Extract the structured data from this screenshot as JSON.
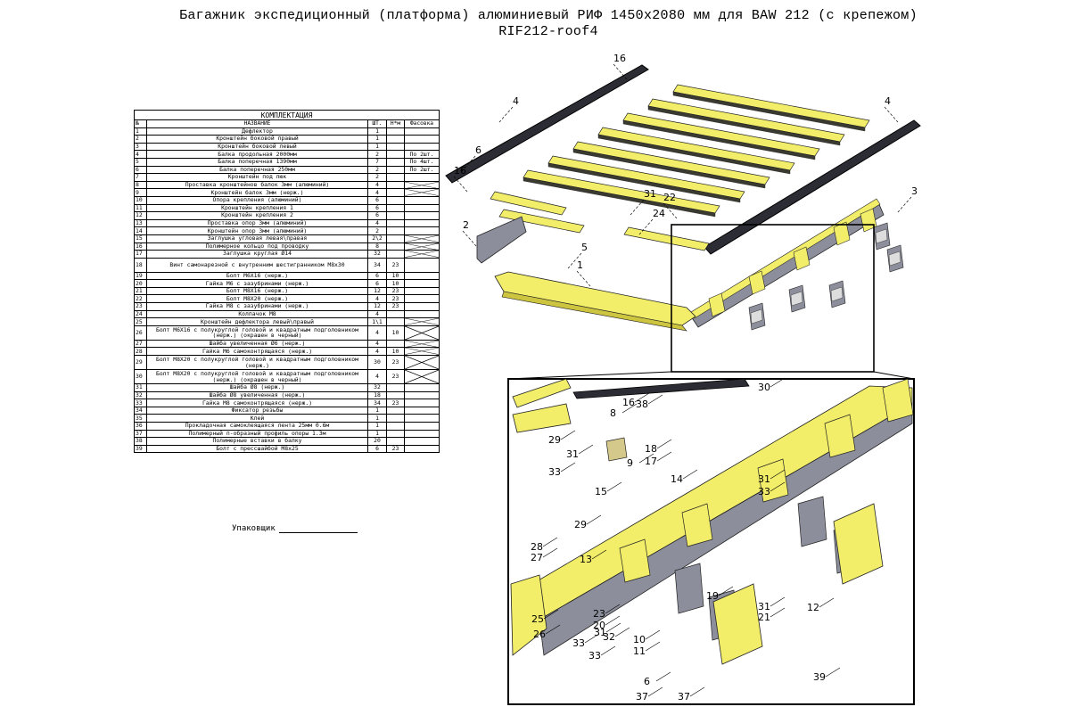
{
  "title": {
    "line1": "Багажник экспедиционный (платформа) алюминиевый РИФ 1450х2080 мм для BAW 212 (с крепежом)",
    "line2": "RIF212-roof4"
  },
  "table": {
    "caption": "КОМПЛЕКТАЦИЯ",
    "headers": {
      "num": "№",
      "name": "НАЗВАНИЕ",
      "qty": "ШТ.",
      "nm": "Н*м",
      "pack": "Фасовка"
    },
    "rows": [
      {
        "num": "1",
        "name": "Дефлектор",
        "qty": "1",
        "nm": "",
        "pack": ""
      },
      {
        "num": "2",
        "name": "Кронштейн боковой правый",
        "qty": "1",
        "nm": "",
        "pack": ""
      },
      {
        "num": "3",
        "name": "Кронштейн боковой левый",
        "qty": "1",
        "nm": "",
        "pack": ""
      },
      {
        "num": "4",
        "name": "Балка продольная 2000мм",
        "qty": "2",
        "nm": "",
        "pack": "По 2шт."
      },
      {
        "num": "5",
        "name": "Балка поперечная 1390мм",
        "qty": "7",
        "nm": "",
        "pack": "По 4шт."
      },
      {
        "num": "6",
        "name": "Балка поперечная 250мм",
        "qty": "2",
        "nm": "",
        "pack": "По 2шт."
      },
      {
        "num": "7",
        "name": "Кронштейн под люк",
        "qty": "2",
        "nm": "",
        "pack": ""
      },
      {
        "num": "8",
        "name": "Проставка кронштейнов балок 3мм (алюминий)",
        "qty": "4",
        "nm": "",
        "pack": "X"
      },
      {
        "num": "9",
        "name": "Кронштейн балок 3мм (нерж.)",
        "qty": "4",
        "nm": "",
        "pack": "X"
      },
      {
        "num": "10",
        "name": "Опора крепления (алюминий)",
        "qty": "6",
        "nm": "",
        "pack": ""
      },
      {
        "num": "11",
        "name": "Кронштейн крепления 1",
        "qty": "6",
        "nm": "",
        "pack": ""
      },
      {
        "num": "12",
        "name": "Кронштейн крепления 2",
        "qty": "6",
        "nm": "",
        "pack": ""
      },
      {
        "num": "13",
        "name": "Проставка опор 3мм (алюминий)",
        "qty": "4",
        "nm": "",
        "pack": ""
      },
      {
        "num": "14",
        "name": "Кронштейн опор 3мм (алюминий)",
        "qty": "2",
        "nm": "",
        "pack": ""
      },
      {
        "num": "15",
        "name": "Заглушка угловая левая\\правая",
        "qty": "2\\2",
        "nm": "",
        "pack": "X"
      },
      {
        "num": "16",
        "name": "Полимерное кольцо под проводку",
        "qty": "8",
        "nm": "",
        "pack": "X"
      },
      {
        "num": "17",
        "name": "Заглушка круглая Ø14",
        "qty": "32",
        "nm": "",
        "pack": "X"
      },
      {
        "num": "18",
        "name": "Винт самонарезной с внутренним шестигранником М8х30",
        "qty": "34",
        "nm": "23",
        "pack": "",
        "tall": true
      },
      {
        "num": "19",
        "name": "Болт М6Х16  (нерж.)",
        "qty": "6",
        "nm": "10",
        "pack": ""
      },
      {
        "num": "20",
        "name": "Гайка М6 с зазубринами (нерж.)",
        "qty": "6",
        "nm": "10",
        "pack": ""
      },
      {
        "num": "21",
        "name": "Болт М8Х16  (нерж.)",
        "qty": "12",
        "nm": "23",
        "pack": ""
      },
      {
        "num": "22",
        "name": "Болт М8Х20  (нерж.)",
        "qty": "4",
        "nm": "23",
        "pack": ""
      },
      {
        "num": "23",
        "name": "Гайка М8 с зазубринами (нерж.)",
        "qty": "12",
        "nm": "23",
        "pack": ""
      },
      {
        "num": "24",
        "name": "Колпачок М8",
        "qty": "4",
        "nm": "",
        "pack": ""
      },
      {
        "num": "25",
        "name": "Кронштейн дефлектора левый\\правый",
        "qty": "1\\1",
        "nm": "",
        "pack": "X"
      },
      {
        "num": "26",
        "name": "Болт М6Х16 с полукруглой головой и квадратным подголовником (нерж.)  (окрашен в черный)",
        "qty": "4",
        "nm": "10",
        "pack": "X",
        "tall": true
      },
      {
        "num": "27",
        "name": "Шайба увеличенная Ø6 (нерж.)",
        "qty": "4",
        "nm": "",
        "pack": "X"
      },
      {
        "num": "28",
        "name": "Гайка М6 самоконтрящаяся (нерж.)",
        "qty": "4",
        "nm": "10",
        "pack": "X"
      },
      {
        "num": "29",
        "name": "Болт М8Х20 с полукруглой головой и квадратным подголовником (нерж.)",
        "qty": "30",
        "nm": "23",
        "pack": "X",
        "tall": true
      },
      {
        "num": "30",
        "name": "Болт М8Х20 с полукруглой головой и квадратным подголовником (нерж.) (окрашен в черный)",
        "qty": "4",
        "nm": "23",
        "pack": "X",
        "tall": true
      },
      {
        "num": "31",
        "name": "Шайба Ø8 (нерж.)",
        "qty": "32",
        "nm": "",
        "pack": ""
      },
      {
        "num": "32",
        "name": "Шайба Ø8 увеличенная (нерж.)",
        "qty": "18",
        "nm": "",
        "pack": ""
      },
      {
        "num": "33",
        "name": "Гайка М8 самоконтрящаяся (нерж.)",
        "qty": "34",
        "nm": "23",
        "pack": ""
      },
      {
        "num": "34",
        "name": "Фиксатор резьбы",
        "qty": "1",
        "nm": "",
        "pack": ""
      },
      {
        "num": "35",
        "name": "Клей",
        "qty": "1",
        "nm": "",
        "pack": ""
      },
      {
        "num": "36",
        "name": "Прокладочная самоклеящаяся лента 25мм 0.6м",
        "qty": "1",
        "nm": "",
        "pack": ""
      },
      {
        "num": "37",
        "name": "Полимерный п-образный профиль опоры 1.3м",
        "qty": "1",
        "nm": "",
        "pack": ""
      },
      {
        "num": "38",
        "name": "Полимерные вставки в балку",
        "qty": "20",
        "nm": "",
        "pack": ""
      },
      {
        "num": "39",
        "name": "Болт с прессшайбой М8х25",
        "qty": "6",
        "nm": "23",
        "pack": ""
      }
    ]
  },
  "packer_label": "Упаковщик",
  "colors": {
    "yellow": "#f2ee6a",
    "yellow_dark": "#cdc43f",
    "gray": "#8c8f9b",
    "gray_dark": "#444650",
    "black_beam": "#2c2c34",
    "leader": "#000000"
  },
  "top_labels": [
    "16",
    "4",
    "4",
    "6",
    "16",
    "3",
    "2",
    "5",
    "1",
    "31",
    "22",
    "24"
  ],
  "detail_labels": [
    "30",
    "16",
    "38",
    "8",
    "29",
    "31",
    "33",
    "15",
    "18",
    "17",
    "9",
    "29",
    "13",
    "14",
    "31",
    "33",
    "28",
    "27",
    "25",
    "26",
    "23",
    "20",
    "10",
    "11",
    "19",
    "31",
    "21",
    "12",
    "39",
    "6",
    "37",
    "37",
    "31",
    "32",
    "33",
    "33"
  ]
}
